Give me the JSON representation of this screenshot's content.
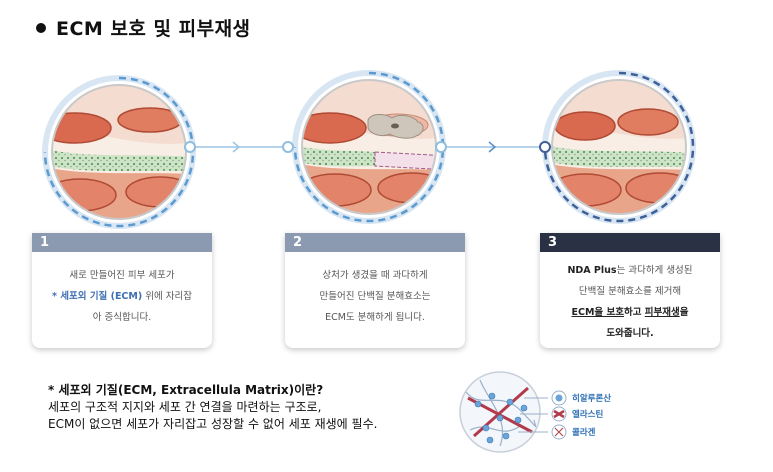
{
  "title": "ECM 보호 및 피부재생",
  "colors": {
    "card1": "#8c9ab1",
    "card2": "#8c9ab1",
    "card3": "#2a3144",
    "dashed_ring": "#5b9ad0",
    "highlight": "#3f6fb3"
  },
  "steps": [
    {
      "number": "1",
      "lines": [
        {
          "parts": [
            {
              "text": "새로 만들어진 피부 세포가"
            }
          ]
        },
        {
          "parts": [
            {
              "text": "* 세포외 기질 (ECM)",
              "style": "hl"
            },
            {
              "text": " 위에 자리잡"
            }
          ]
        },
        {
          "parts": [
            {
              "text": "아 증식합니다."
            }
          ]
        }
      ]
    },
    {
      "number": "2",
      "lines": [
        {
          "parts": [
            {
              "text": "상처가 생겼을 때 과다하게"
            }
          ]
        },
        {
          "parts": [
            {
              "text": "만들어진 단백질 분해효소는"
            }
          ]
        },
        {
          "parts": [
            {
              "text": "ECM도 분해하게 됩니다."
            }
          ]
        }
      ]
    },
    {
      "number": "3",
      "lines": [
        {
          "parts": [
            {
              "text": "NDA Plus",
              "style": "bold"
            },
            {
              "text": "는 과다하게 생성된"
            }
          ]
        },
        {
          "parts": [
            {
              "text": "단백질 분해효소를 제거해"
            }
          ]
        },
        {
          "parts": [
            {
              "text": "ECM을 보호",
              "style": "ul"
            },
            {
              "text": "하고 ",
              "style": "bold"
            },
            {
              "text": "피부재생",
              "style": "ul"
            },
            {
              "text": "을",
              "style": "bold"
            }
          ]
        },
        {
          "parts": [
            {
              "text": "도와줍니다.",
              "style": "bold"
            }
          ]
        }
      ]
    }
  ],
  "note": {
    "heading": "* 세포외 기질(ECM, Extracellula Matrix)이란?",
    "line1": "세포의 구조적 지지와 세포 간 연결을 마련하는 구조로,",
    "line2": "ECM이 없으면 세포가 자리잡고 성장할 수 없어 세포 재생에 필수."
  },
  "legend": [
    {
      "label": "히알루론산",
      "icon": "hyaluronic-acid-icon"
    },
    {
      "label": "엘라스틴",
      "icon": "elastin-icon"
    },
    {
      "label": "콜라겐",
      "icon": "collagen-icon"
    }
  ]
}
